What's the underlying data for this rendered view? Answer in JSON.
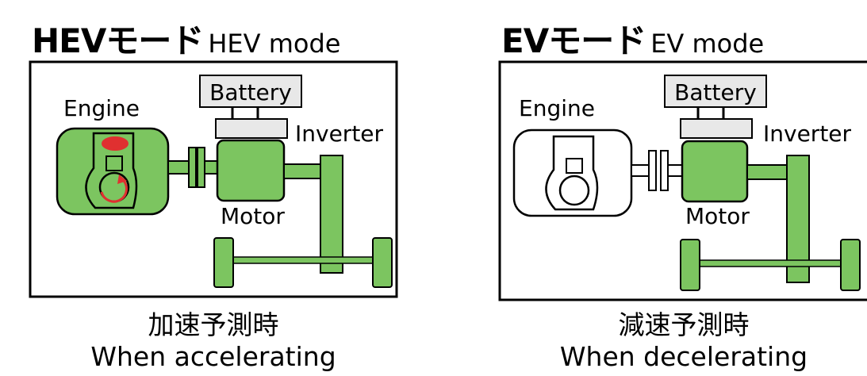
{
  "panels": [
    {
      "mode_jp": "HEVモード",
      "mode_en": "HEV mode",
      "labels": {
        "battery": "Battery",
        "engine": "Engine",
        "inverter": "Inverter",
        "motor": "Motor"
      },
      "caption_jp": "加速予測時",
      "caption_en": "When accelerating",
      "engine_active": true
    },
    {
      "mode_jp": "EVモード",
      "mode_en": "EV mode",
      "labels": {
        "battery": "Battery",
        "engine": "Engine",
        "inverter": "Inverter",
        "motor": "Motor"
      },
      "caption_jp": "減速予測時",
      "caption_en": "When decelerating",
      "engine_active": false
    }
  ],
  "colors": {
    "green": "#7cc560",
    "combustion": "#e03030",
    "outline": "#000000",
    "battery_fill": "#e8e8e8"
  }
}
